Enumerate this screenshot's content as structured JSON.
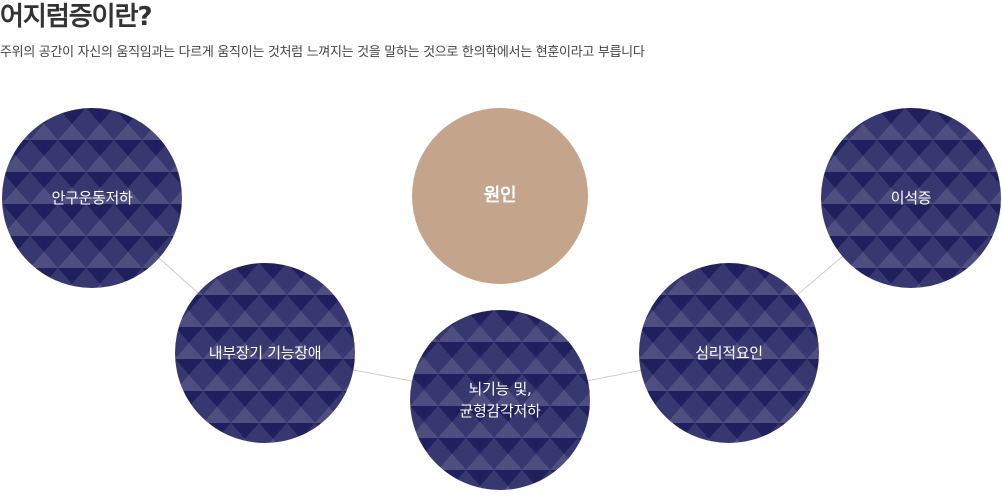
{
  "header": {
    "title": "어지럼증이란?",
    "subtitle": "주위의 공간이 자신의 움직임과는 다르게 움직이는 것처럼 느껴지는 것을 말하는 것으로 한의학에서는 현훈이라고 부릅니다"
  },
  "center": {
    "label": "원인"
  },
  "causes": [
    {
      "label": "안구운동저하"
    },
    {
      "label": "내부장기 기능장애"
    },
    {
      "label_line1": "뇌기능 및,",
      "label_line2": "균형감각저하"
    },
    {
      "label": "심리적요인"
    },
    {
      "label": "이석증"
    }
  ],
  "colors": {
    "circle_fill": "#20205e",
    "center_fill": "#c4a58c",
    "connector": "#cccccc"
  }
}
